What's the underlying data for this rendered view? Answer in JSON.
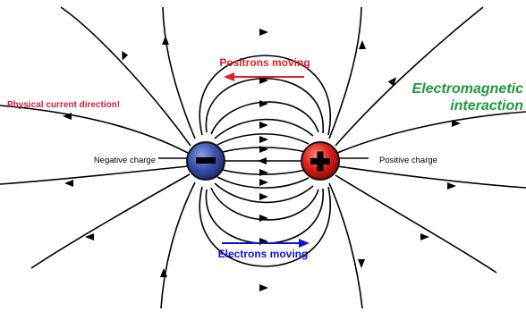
{
  "labels": {
    "positrons": "Positrons moving",
    "electrons": "Electrons moving",
    "physical_current": "Physical current direction!",
    "em_line1": "Electromagnetic",
    "em_line2": "interaction",
    "negative_charge": "Negative charge",
    "positive_charge": "Positive charge",
    "minus_sign": "−",
    "plus_sign": "+"
  },
  "colors": {
    "positrons": "#e0202a",
    "electrons": "#1010d8",
    "physical_current": "#cc1f3a",
    "em": "#1f9a3c",
    "negative_fill": "#3a52b0",
    "positive_fill": "#e02018",
    "field_line": "#000000"
  }
}
